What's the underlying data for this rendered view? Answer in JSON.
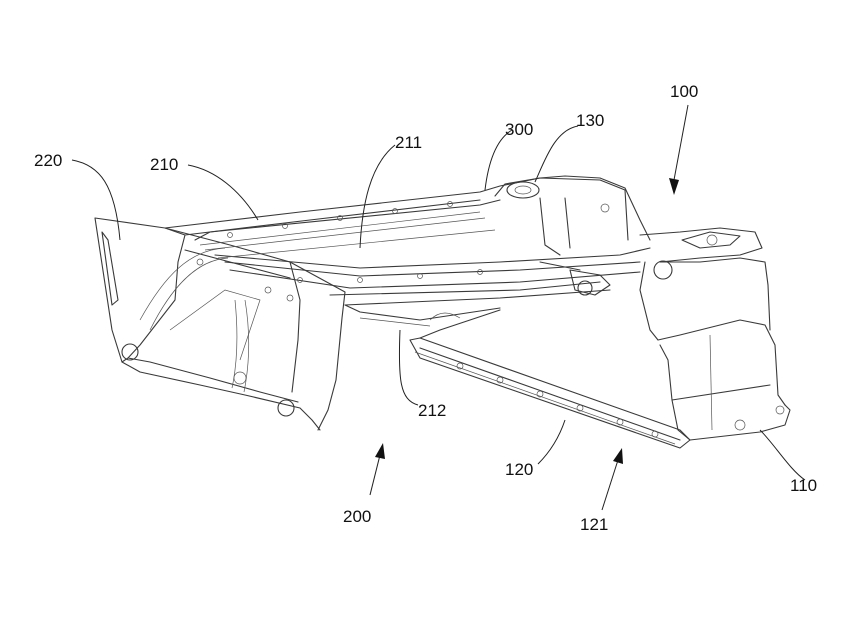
{
  "labels": {
    "l100": "100",
    "l110": "110",
    "l120": "120",
    "l121": "121",
    "l130": "130",
    "l200": "200",
    "l210": "210",
    "l211": "211",
    "l212": "212",
    "l220": "220",
    "l300": "300"
  }
}
